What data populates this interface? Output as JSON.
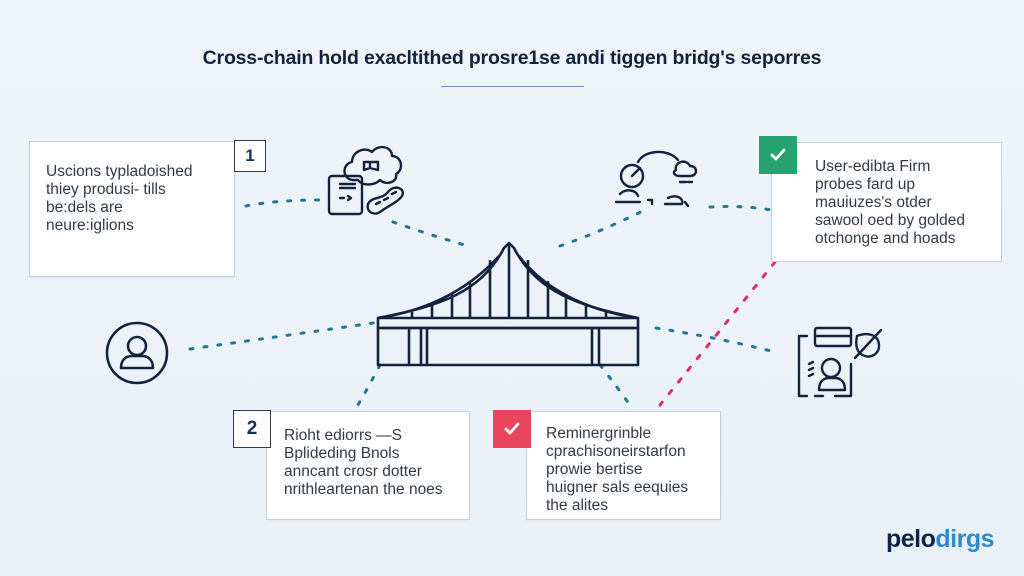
{
  "title": "Cross-chain hold exacltithed prosre1se andi tiggen bridg's seporres",
  "colors": {
    "background": "#eef3f8",
    "ink": "#14233d",
    "connector": "#1f7893",
    "accent_red": "#d6306a",
    "badge_green": "#25a36f",
    "badge_red": "#e8455e",
    "logo_dark": "#0f2445",
    "logo_light": "#2b8bd1"
  },
  "center": {
    "icon": "suspension-bridge-icon"
  },
  "nodes": [
    {
      "icon": "document-and-ticket-icon"
    },
    {
      "icon": "cloud-sync-icon"
    },
    {
      "icon": "user-circle-icon"
    },
    {
      "icon": "identity-card-icon"
    }
  ],
  "cards": [
    {
      "badge": "1",
      "badge_type": "number",
      "text": "Uscions typladoished\nthiey produsi- tills\nbe:dels are\nneure:iglions"
    },
    {
      "badge": "check-icon",
      "badge_type": "green-check",
      "text": "User-edibta  Firm\nprobes fard up\nmauiuzes's otder\nsawool oed by golded\notchonge and hoads"
    },
    {
      "badge": "2",
      "badge_type": "number",
      "text": "Rioht ediorrs —S\nBplideding Bnols\nanncant crosr dotter\nnrithleartenan the noes"
    },
    {
      "badge": "check-icon",
      "badge_type": "red-check",
      "text": "Reminergrinble\ncprachisoneirstarfon\nprowie bertise\nhuigner sals eequies\nthe alites"
    }
  ],
  "logo": {
    "part1": "pelo",
    "part2": "dirgs"
  }
}
